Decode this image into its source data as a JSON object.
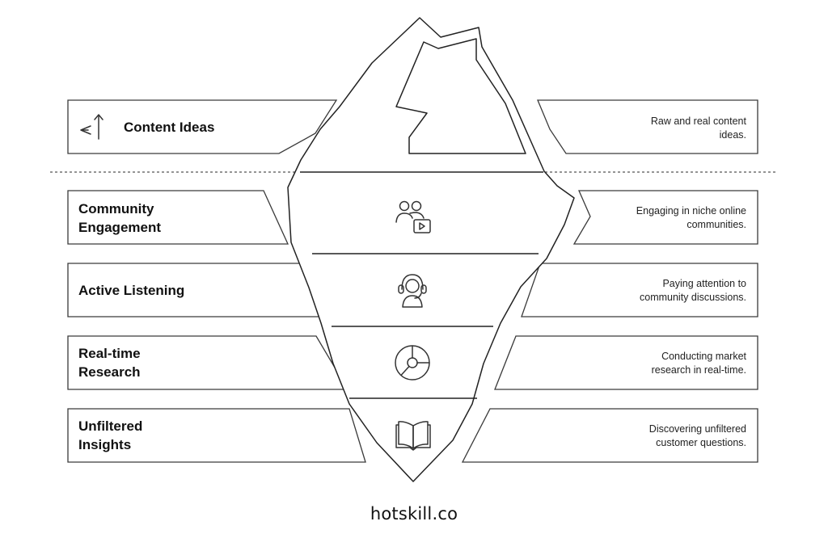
{
  "diagram": {
    "levels": [
      {
        "title_lines": [
          "Content Ideas"
        ],
        "description_lines": [
          "Raw and real content",
          "ideas."
        ],
        "icon": "text-arrow-up-icon"
      },
      {
        "title_lines": [
          "Community",
          "Engagement"
        ],
        "description_lines": [
          "Engaging in niche online",
          "communities."
        ],
        "icon": "people-video-icon"
      },
      {
        "title_lines": [
          "Active Listening"
        ],
        "description_lines": [
          "Paying attention to",
          "community discussions."
        ],
        "icon": "headset-person-icon"
      },
      {
        "title_lines": [
          "Real-time",
          "Research"
        ],
        "description_lines": [
          "Conducting market",
          "research in real-time."
        ],
        "icon": "pie-chart-icon"
      },
      {
        "title_lines": [
          "Unfiltered",
          "Insights"
        ],
        "description_lines": [
          "Discovering unfiltered",
          "customer questions."
        ],
        "icon": "open-book-icon"
      }
    ]
  },
  "footer": {
    "site": "hotskill.co"
  }
}
